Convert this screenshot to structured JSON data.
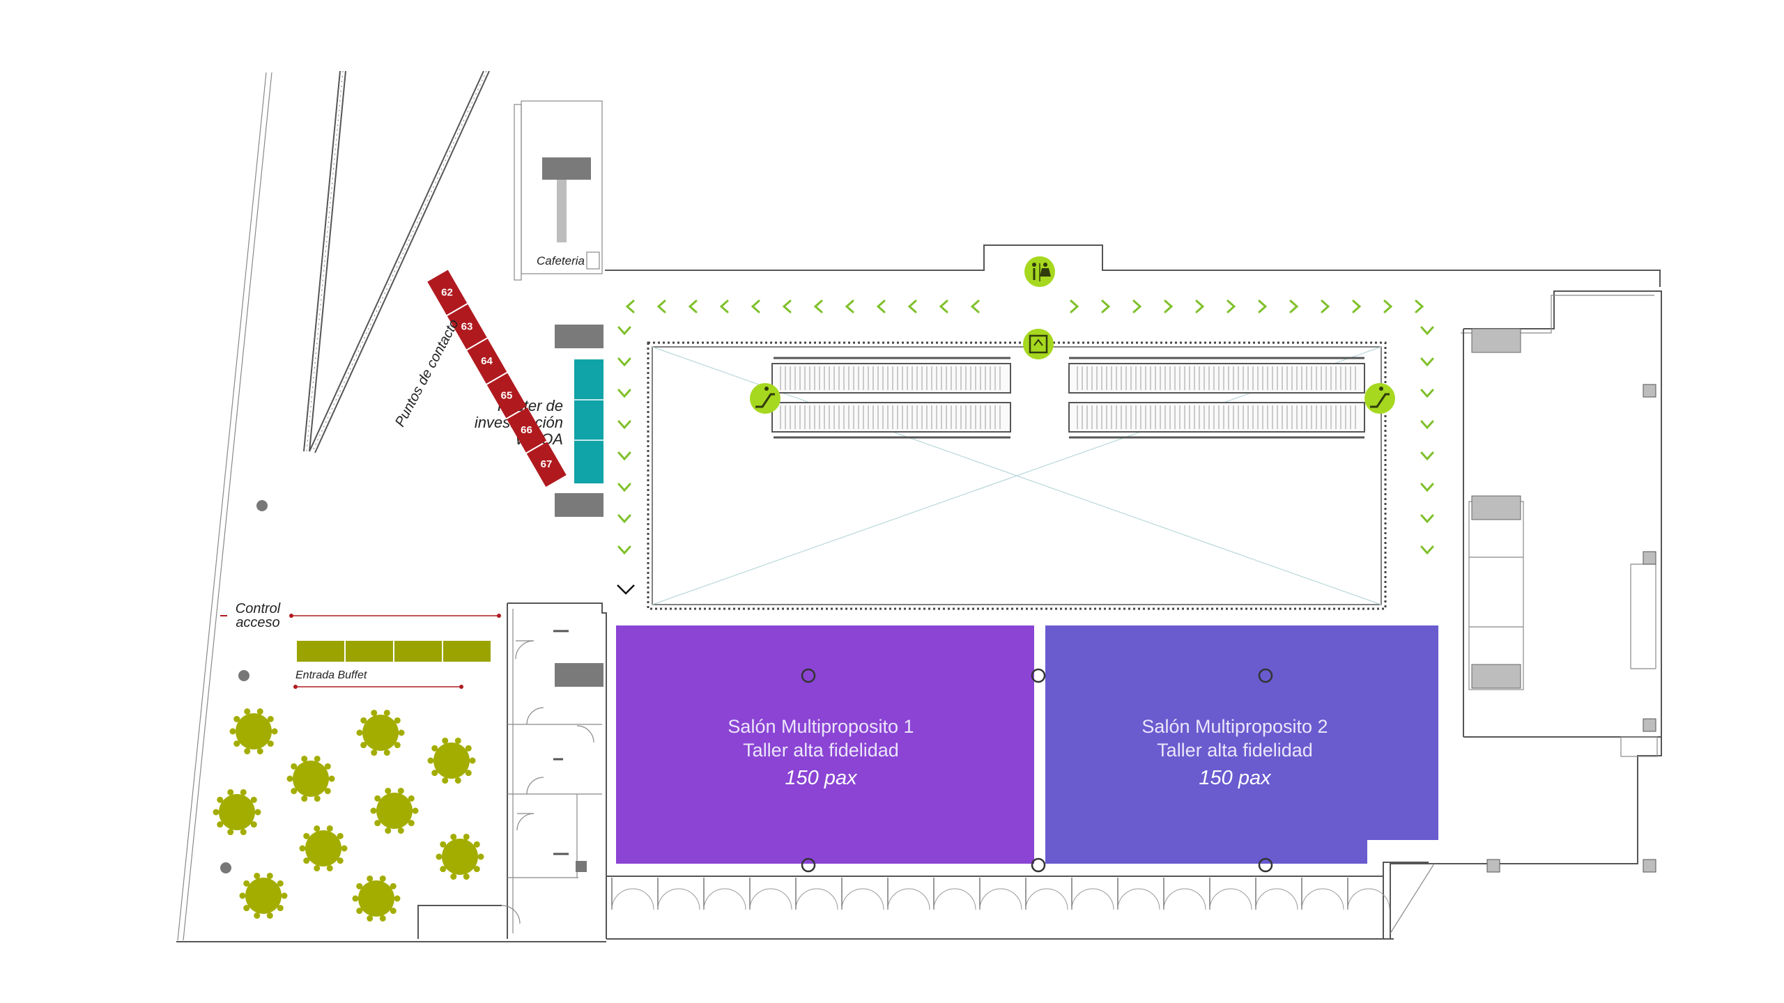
{
  "labels": {
    "cafeteria": "Cafeteria",
    "puntos_contacto": "Puntos de contacto",
    "poster_line1": "Póster de",
    "poster_line2": "investigación",
    "poster_line3": "WCOA",
    "control_line1": "Control",
    "control_line2": "acceso",
    "entrada_buffet": "Entrada Buffet"
  },
  "rooms": [
    {
      "title": "Salón Multiproposito 1",
      "subtitle": "Taller alta fidelidad",
      "capacity": "150 pax",
      "color": "#8b44d4"
    },
    {
      "title": "Salón Multiproposito 2",
      "subtitle": "Taller alta fidelidad",
      "capacity": "150 pax",
      "color": "#6a5bcf"
    }
  ],
  "booths": [
    "62",
    "63",
    "64",
    "65",
    "66",
    "67"
  ],
  "colors": {
    "booth": "#b01a1f",
    "buffet": "#9aa300",
    "tables": "#a3ad00",
    "poster": "#10a3a8",
    "icon_badge": "#a6d81f",
    "arrow": "#7fc02a",
    "gray_block": "#7a7a7a"
  },
  "icons": [
    "restroom-icon",
    "elevator-icon",
    "escalator-icon"
  ]
}
